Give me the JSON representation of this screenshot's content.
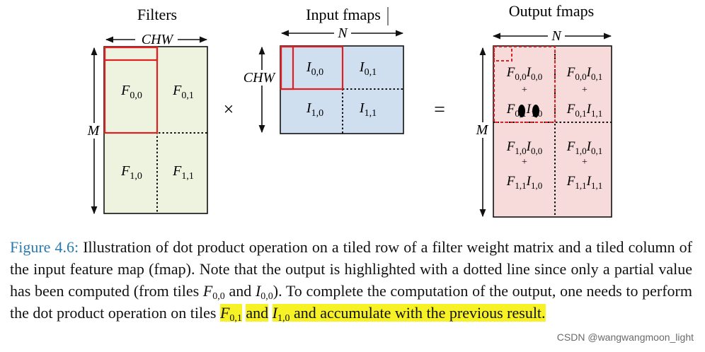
{
  "headings": {
    "filters": "Filters",
    "input": "Input fmaps",
    "output": "Output fmaps"
  },
  "dims": {
    "chw_top": "CHW",
    "chw_side": "CHW",
    "n_input": "N",
    "n_output": "N",
    "m_filter": "M",
    "m_output": "M"
  },
  "operators": {
    "times": "×",
    "equals": "="
  },
  "filter_tiles": [
    {
      "base": "F",
      "sub": "0,0"
    },
    {
      "base": "F",
      "sub": "0,1"
    },
    {
      "base": "F",
      "sub": "1,0"
    },
    {
      "base": "F",
      "sub": "1,1"
    }
  ],
  "input_tiles": [
    {
      "base": "I",
      "sub": "0,0"
    },
    {
      "base": "I",
      "sub": "0,1"
    },
    {
      "base": "I",
      "sub": "1,0"
    },
    {
      "base": "I",
      "sub": "1,1"
    }
  ],
  "output_tiles": [
    {
      "top": {
        "fa": "0,0",
        "ia": "0,0"
      },
      "plus": "+",
      "bottom": {
        "fa": "0,1",
        "ia": "1,0"
      }
    },
    {
      "top": {
        "fa": "0,0",
        "ia": "0,1"
      },
      "plus": "+",
      "bottom": {
        "fa": "0,1",
        "ia": "1,1"
      }
    },
    {
      "top": {
        "fa": "1,0",
        "ia": "0,0"
      },
      "plus": "+",
      "bottom": {
        "fa": "1,1",
        "ia": "1,0"
      }
    },
    {
      "top": {
        "fa": "1,0",
        "ia": "0,1"
      },
      "plus": "+",
      "bottom": {
        "fa": "1,1",
        "ia": "1,1"
      }
    }
  ],
  "caption": {
    "label": "Figure 4.6:",
    "text1": " Illustration of dot product operation on a tiled row of a filter weight matrix and a tiled column of the input feature map (fmap). Note that the output is highlighted with a dotted line since only a partial value has been computed (from tiles ",
    "f00_base": "F",
    "f00_sub": "0,0",
    "and1": " and ",
    "i00_base": "I",
    "i00_sub": "0,0",
    "text2": "). To complete the computation of the output, one needs to perform the dot product operation on tiles ",
    "f01_base": "F",
    "f01_sub": "0,1",
    "and2": " and",
    "i10_base": "I",
    "i10_sub": "1,0",
    "text3": " and accumulate with the previous result",
    "period": "."
  },
  "watermark": "CSDN @wangwangmoon_light",
  "colors": {
    "filter_fill": "#eef3e0",
    "input_fill": "#cfdff0",
    "output_fill": "#f7dada",
    "highlight_red": "#e02020",
    "caption_label": "#2a7ab0",
    "highlight_yellow": "#f7f226"
  }
}
